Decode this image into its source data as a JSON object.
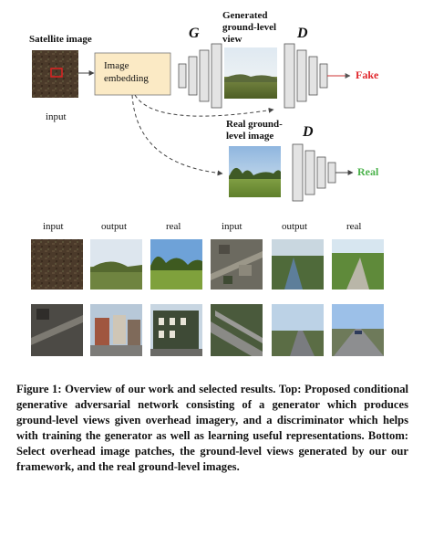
{
  "diagram": {
    "satellite_label": "Satellite image",
    "input_label": "input",
    "embedding_label_line1": "Image",
    "embedding_label_line2": "embedding",
    "generator_symbol": "G",
    "discriminator_symbol": "D",
    "generated_label_line1": "Generated",
    "generated_label_line2": "ground-level",
    "generated_label_line3": "view",
    "real_ground_line1": "Real ground-",
    "real_ground_line2": "level image",
    "fake_label": "Fake",
    "real_label": "Real",
    "colors": {
      "fake": "#e0262b",
      "real": "#4ab24a",
      "embedding_fill": "#fbeac5",
      "block_fill": "#e3e3e3"
    }
  },
  "results": {
    "columns": [
      "input",
      "output",
      "real",
      "input",
      "output",
      "real"
    ]
  },
  "caption": {
    "label": "Figure 1:",
    "text": "Overview of our work and selected results. Top: Proposed conditional generative adversarial network consisting of a generator which produces ground-level views given overhead imagery, and a discriminator which helps with training the generator as well as learning useful representations. Bottom: Select overhead image patches, the ground-level views generated by our our framework, and the real ground-level images."
  }
}
